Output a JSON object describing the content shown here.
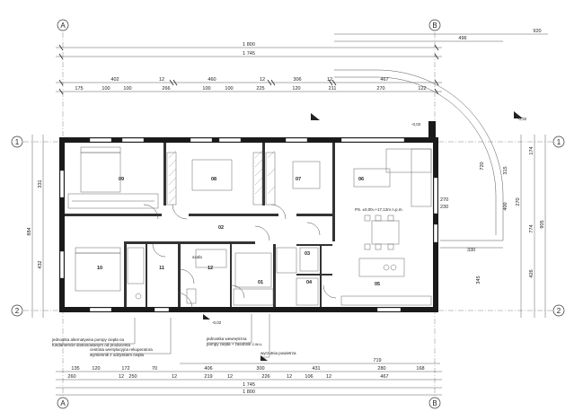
{
  "axes": {
    "cols": [
      {
        "id": "col-A",
        "label": "A"
      },
      {
        "id": "col-B",
        "label": "B"
      }
    ],
    "rows": [
      {
        "id": "row-1",
        "label": "1"
      },
      {
        "id": "row-2",
        "label": "2"
      }
    ]
  },
  "top_dims": {
    "r1": [
      "1 800"
    ],
    "r2": [
      "1 745"
    ],
    "r3": [
      "402",
      "12",
      "460",
      "12",
      "306",
      "12",
      "467"
    ],
    "r4": [
      "175",
      "100",
      "100",
      "266",
      "100",
      "100",
      "225",
      "120",
      "211",
      "270",
      "122"
    ],
    "right": [
      "920",
      "496"
    ]
  },
  "bottom_dims": {
    "r0": [
      "719"
    ],
    "r1": [
      "135",
      "120",
      "172",
      "70",
      "406",
      "300",
      "431",
      "280",
      "168"
    ],
    "r2": [
      "260",
      "12",
      "250",
      "12",
      "219",
      "12",
      "226",
      "12",
      "106",
      "12",
      "467"
    ],
    "r3": [
      "1 745"
    ],
    "r4": [
      "1 800"
    ]
  },
  "left_dims": [
    "884",
    "331",
    "432"
  ],
  "right_dims": [
    "720",
    "774",
    "905",
    "426",
    "174",
    "270",
    "315",
    "400"
  ],
  "rooms": [
    {
      "num": "09"
    },
    {
      "num": "08"
    },
    {
      "num": "07"
    },
    {
      "num": "06"
    },
    {
      "num": "02"
    },
    {
      "num": "10"
    },
    {
      "num": "11"
    },
    {
      "num": "12"
    },
    {
      "num": "01"
    },
    {
      "num": "03"
    },
    {
      "num": "04"
    },
    {
      "num": "05"
    }
  ],
  "notes": {
    "level": "PS. ±0,00=+17,12m n.p.m.",
    "win_a": "270",
    "win_b": "230",
    "side_a": "330",
    "side_b": "345",
    "lvl1": "-0,02",
    "lvl2": "-0,32",
    "lvl3": "-0,02",
    "kitchen": "szafa"
  },
  "callouts": [
    {
      "text": "jednostka alternatywna pompy ciepła na"
    },
    {
      "text": "fundamencie dostosowanym od producenta"
    },
    {
      "text": "centrala wentylacyjna rekuperatora"
    },
    {
      "text": "wymiennik z odzyskiem ciepła"
    },
    {
      "text": "jednostka wewnętrzna"
    },
    {
      "text": "pompy ciepła + zasobnik c.w.u."
    },
    {
      "text": "wyrzutnia powietrza"
    }
  ]
}
